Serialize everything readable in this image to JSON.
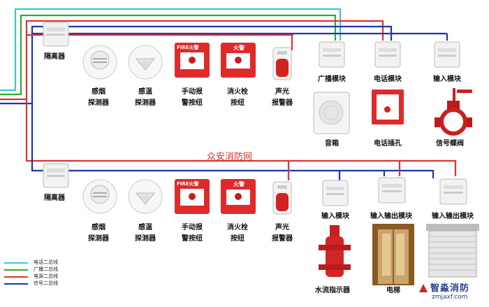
{
  "watermark": "众安消防网",
  "colors": {
    "phone_bus": "#33cccc",
    "broadcast_bus": "#33aa33",
    "power_bus": "#dd3333",
    "signal_bus": "#2233aa"
  },
  "legend": [
    {
      "label": "电话二总线",
      "color": "#33cccc"
    },
    {
      "label": "广播二总线",
      "color": "#33aa33"
    },
    {
      "label": "电源二总线",
      "color": "#dd3333"
    },
    {
      "label": "信号二总线",
      "color": "#2233aa"
    }
  ],
  "top_row": {
    "isolator": {
      "label": "隔离器",
      "icon": "isolator-module-icon"
    },
    "smoke_detector": {
      "line1": "感烟",
      "line2": "探测器",
      "icon": "smoke-detector-icon"
    },
    "heat_detector": {
      "line1": "感温",
      "line2": "探测器",
      "icon": "heat-detector-icon"
    },
    "manual_alarm": {
      "line1": "手动报",
      "line2": "警按纽",
      "icon": "manual-alarm-button-icon",
      "face_text": "FIRE火警"
    },
    "hydrant_button": {
      "line1": "消火栓",
      "line2": "按纽",
      "icon": "hydrant-button-icon",
      "face_text": "火警"
    },
    "sounder": {
      "line1": "声光",
      "line2": "报警器",
      "icon": "sounder-strobe-icon"
    },
    "broadcast_module": {
      "label": "广播模块",
      "icon": "broadcast-module-icon"
    },
    "speaker": {
      "label": "音箱",
      "icon": "speaker-icon"
    },
    "phone_module": {
      "label": "电话模块",
      "icon": "phone-module-icon"
    },
    "phone_jack": {
      "label": "电话插孔",
      "icon": "phone-jack-icon"
    },
    "input_module": {
      "label": "输入模块",
      "icon": "input-module-icon"
    },
    "butterfly_valve": {
      "label": "信号蝶阀",
      "icon": "signal-butterfly-valve-icon"
    }
  },
  "bottom_row": {
    "isolator": {
      "label": "隔离器",
      "icon": "isolator-module-icon"
    },
    "smoke_detector": {
      "line1": "感烟",
      "line2": "探测器",
      "icon": "smoke-detector-icon"
    },
    "heat_detector": {
      "line1": "感温",
      "line2": "探测器",
      "icon": "heat-detector-icon"
    },
    "manual_alarm": {
      "line1": "手动报",
      "line2": "警按纽",
      "icon": "manual-alarm-button-icon",
      "face_text": "FIRE火警"
    },
    "hydrant_button": {
      "line1": "消火栓",
      "line2": "按纽",
      "icon": "hydrant-button-icon",
      "face_text": "火警"
    },
    "sounder": {
      "line1": "声光",
      "line2": "报警器",
      "icon": "sounder-strobe-icon"
    },
    "input_module": {
      "label": "输入模块",
      "icon": "input-module-icon"
    },
    "flow_indicator": {
      "label": "水流指示器",
      "icon": "water-flow-indicator-icon"
    },
    "io_module_1": {
      "label": "输入输出模块",
      "icon": "io-module-icon"
    },
    "elevator": {
      "label": "电梯",
      "icon": "elevator-icon"
    },
    "io_module_2": {
      "label": "输入输出模块",
      "icon": "io-module-icon"
    },
    "shutter": {
      "label": "",
      "icon": "rolling-shutter-icon"
    }
  },
  "brand": {
    "name": "智淼消防",
    "url": "zmjaxf.com",
    "icon": "zm-logo-icon"
  }
}
